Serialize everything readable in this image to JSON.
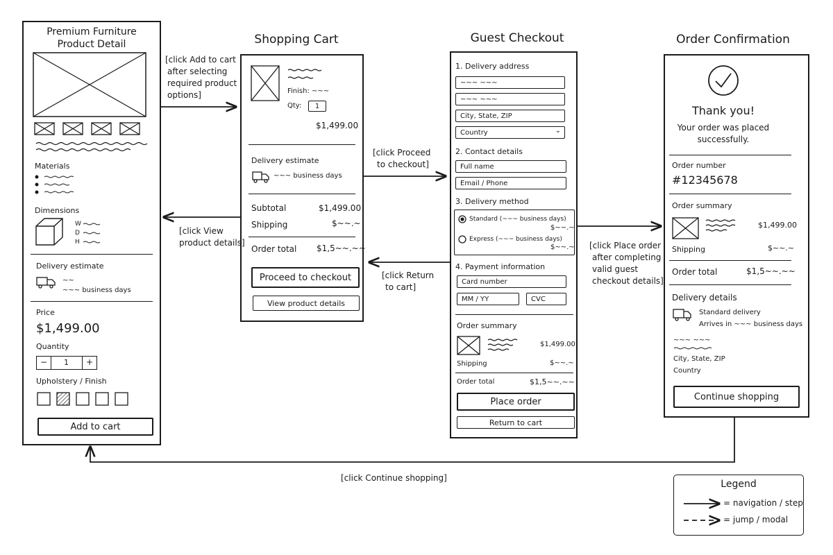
{
  "screens": {
    "product": {
      "title_line1": "Premium Furniture",
      "title_line2": "Product Detail",
      "materials_label": "Materials",
      "dimensions_label": "Dimensions",
      "dim_w": "W",
      "dim_d": "D",
      "dim_h": "H",
      "delivery_label": "Delivery estimate",
      "delivery_tilde": "~~",
      "delivery_days": "~~~ business days",
      "price_label": "Price",
      "price": "$1,499.00",
      "quantity_label": "Quantity",
      "qty_minus": "−",
      "qty_value": "1",
      "qty_plus": "+",
      "finish_label": "Upholstery / Finish",
      "add_to_cart": "Add to cart"
    },
    "cart": {
      "title": "Shopping Cart",
      "finish": "Finish: ~~~",
      "qty_label": "Qty:",
      "qty_value": "1",
      "item_price": "$1,499.00",
      "delivery_label": "Delivery estimate",
      "delivery_days": "~~~ business days",
      "subtotal_label": "Subtotal",
      "subtotal_value": "$1,499.00",
      "shipping_label": "Shipping",
      "shipping_value": "$~~.~",
      "total_label": "Order total",
      "total_value": "$1,5~~.~~",
      "proceed_button": "Proceed to checkout",
      "view_details_button": "View product details"
    },
    "checkout": {
      "title": "Guest Checkout",
      "s1": "1. Delivery address",
      "addr1": "~~~ ~~~",
      "addr2": "~~~ ~~~",
      "city": "City, State, ZIP",
      "country": "Country",
      "s2": "2. Contact details",
      "full_name": "Full name",
      "email": "Email / Phone",
      "s3": "3. Delivery method",
      "standard": "Standard (~~~ business days)",
      "standard_price": "$~~.~",
      "express": "Express (~~~ business days)",
      "express_price": "$~~.~",
      "s4": "4. Payment information",
      "card": "Card number",
      "mmyy": "MM / YY",
      "cvc": "CVC",
      "summary_label": "Order summary",
      "summary_price": "$1,499.00",
      "shipping_label": "Shipping",
      "shipping_value": "$~~.~",
      "total_label": "Order total",
      "total_value": "$1,5~~.~~",
      "place_order": "Place order",
      "return_cart": "Return to cart"
    },
    "confirmation": {
      "title": "Order Confirmation",
      "thanks": "Thank you!",
      "placed_line1": "Your order was placed",
      "placed_line2": "successfully.",
      "order_number_label": "Order number",
      "order_number": "#12345678",
      "summary_label": "Order summary",
      "summary_price": "$1,499.00",
      "shipping_label": "Shipping",
      "shipping_value": "$~~.~",
      "total_label": "Order total",
      "total_value": "$1,5~~.~~",
      "delivery_details_label": "Delivery details",
      "standard_delivery": "Standard delivery",
      "arrives": "Arrives in ~~~ business days",
      "addr_tilde": "~~~ ~~~",
      "city": "City, State, ZIP",
      "country": "Country",
      "continue_button": "Continue shopping"
    }
  },
  "transitions": {
    "add_to_cart_1": "[click Add to cart",
    "add_to_cart_2": "after selecting",
    "add_to_cart_3": "required product",
    "add_to_cart_4": "options]",
    "view_details_1": "[click View",
    "view_details_2": "product details]",
    "proceed_1": "[click Proceed",
    "proceed_2": "to checkout]",
    "return_1": "[click Return",
    "return_2": "to cart]",
    "place_order_1": "[click Place order",
    "place_order_2": "after completing",
    "place_order_3": "valid guest",
    "place_order_4": "checkout details]",
    "continue": "[click Continue shopping]"
  },
  "legend": {
    "title": "Legend",
    "navigation": "= navigation / step",
    "jump": "= jump / modal"
  }
}
